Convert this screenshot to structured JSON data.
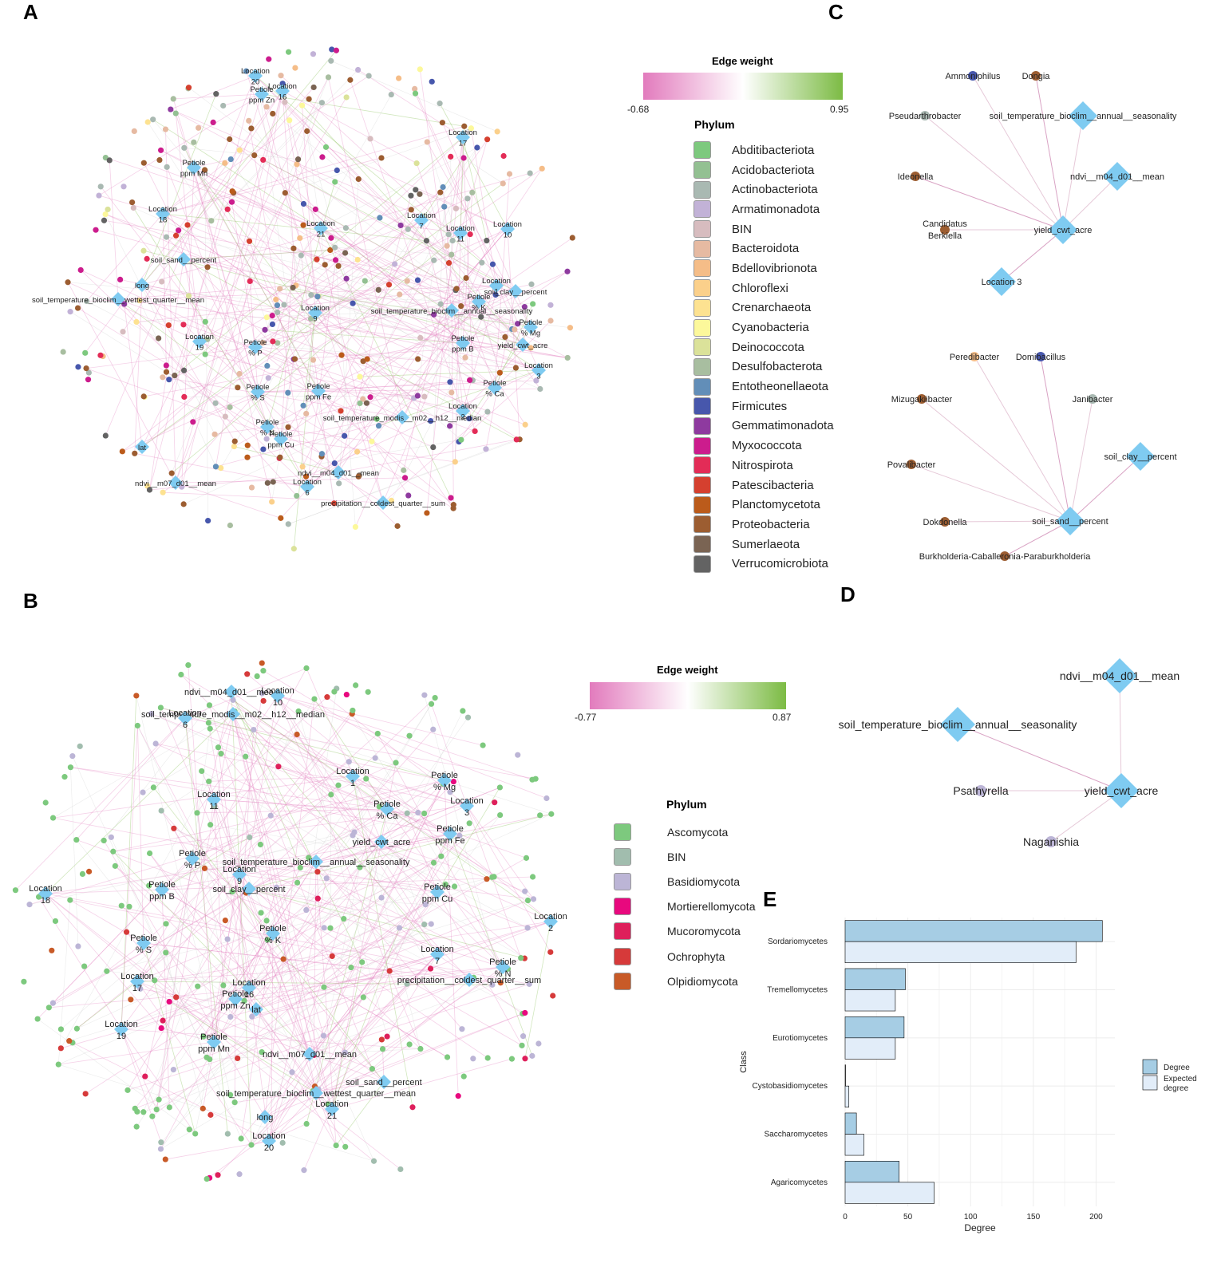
{
  "panel_labels": {
    "a": "A",
    "b": "B",
    "c": "C",
    "d": "D",
    "e": "E"
  },
  "colors": {
    "edge_negative": "#e27bbd",
    "edge_positive": "#7cbb44",
    "node_variable": "#7fcbf1",
    "bar_degree": "#a6cde4",
    "bar_expected": "#e2edf9"
  },
  "panelA": {
    "edge_weight": {
      "title": "Edge weight",
      "min": "-0.68",
      "max": "0.95"
    },
    "phylum_title": "Phylum",
    "phyla": [
      {
        "name": "Abditibacteriota",
        "color": "#7dc97e"
      },
      {
        "name": "Acidobacteriota",
        "color": "#93c092"
      },
      {
        "name": "Actinobacteriota",
        "color": "#a9b9b2"
      },
      {
        "name": "Armatimonadota",
        "color": "#c2b2d7"
      },
      {
        "name": "BIN",
        "color": "#d7bcbf"
      },
      {
        "name": "Bacteroidota",
        "color": "#e6baa2"
      },
      {
        "name": "Bdellovibrionota",
        "color": "#f5bd88"
      },
      {
        "name": "Chloroflexi",
        "color": "#fbd08b"
      },
      {
        "name": "Crenarchaeota",
        "color": "#fde291"
      },
      {
        "name": "Cyanobacteria",
        "color": "#fcf89b"
      },
      {
        "name": "Deinococcota",
        "color": "#dbe29a"
      },
      {
        "name": "Desulfobacterota",
        "color": "#a8bea0"
      },
      {
        "name": "Entotheonellaeota",
        "color": "#628eb8"
      },
      {
        "name": "Firmicutes",
        "color": "#4757ac"
      },
      {
        "name": "Gemmatimonadota",
        "color": "#8e3a9f"
      },
      {
        "name": "Myxococcota",
        "color": "#cc1c8d"
      },
      {
        "name": "Nitrospirota",
        "color": "#e32c57"
      },
      {
        "name": "Patescibacteria",
        "color": "#d5402f"
      },
      {
        "name": "Planctomycetota",
        "color": "#bb5b1b"
      },
      {
        "name": "Proteobacteria",
        "color": "#9c5d31"
      },
      {
        "name": "Sumerlaeota",
        "color": "#7a6453"
      },
      {
        "name": "Verrucomicrobiota",
        "color": "#636363"
      }
    ],
    "network_labels": [
      {
        "l1": "Location",
        "l2": "20"
      },
      {
        "l1": "Petiole",
        "l2": "ppm Zn"
      },
      {
        "l1": "Location",
        "l2": "16"
      },
      {
        "l1": "Location",
        "l2": "17"
      },
      {
        "l1": "Petiole",
        "l2": "ppm Mn"
      },
      {
        "l1": "Location",
        "l2": "18"
      },
      {
        "l1": "Location",
        "l2": "21"
      },
      {
        "l1": "Location",
        "l2": "7"
      },
      {
        "l1": "Location",
        "l2": "11"
      },
      {
        "l1": "Location",
        "l2": "10"
      },
      {
        "l1": "soil_sand__percent",
        "l2": ""
      },
      {
        "l1": "long",
        "l2": ""
      },
      {
        "l1": "soil_temperature_bioclim__wettest_quarter__mean",
        "l2": ""
      },
      {
        "l1": "Location",
        "l2": "9"
      },
      {
        "l1": "soil_temperature_bioclim__annual__seasonality",
        "l2": ""
      },
      {
        "l1": "soil_clay__percent",
        "l2": ""
      },
      {
        "l1": "Petiole",
        "l2": "% K"
      },
      {
        "l1": "Location",
        "l2": "1"
      },
      {
        "l1": "Petiole",
        "l2": "% Mg"
      },
      {
        "l1": "Location",
        "l2": "19"
      },
      {
        "l1": "Petiole",
        "l2": "% P"
      },
      {
        "l1": "Petiole",
        "l2": "ppm B"
      },
      {
        "l1": "yield_cwt_acre",
        "l2": ""
      },
      {
        "l1": "Location",
        "l2": "3"
      },
      {
        "l1": "Petiole",
        "l2": "% S"
      },
      {
        "l1": "Petiole",
        "l2": "ppm Fe"
      },
      {
        "l1": "Petiole",
        "l2": "% Ca"
      },
      {
        "l1": "Location",
        "l2": "2"
      },
      {
        "l1": "soil_temperature_modis__m02__h12__median",
        "l2": ""
      },
      {
        "l1": "Petiole",
        "l2": "% N"
      },
      {
        "l1": "Petiole",
        "l2": "ppm Cu"
      },
      {
        "l1": "lat",
        "l2": ""
      },
      {
        "l1": "ndvi__m04_d01__mean",
        "l2": ""
      },
      {
        "l1": "Location",
        "l2": "6"
      },
      {
        "l1": "ndvi__m07_d01__mean",
        "l2": ""
      },
      {
        "l1": "precipitation__coldest_quarter__sum",
        "l2": ""
      }
    ]
  },
  "panelB": {
    "edge_weight": {
      "title": "Edge weight",
      "min": "-0.77",
      "max": "0.87"
    },
    "phylum_title": "Phylum",
    "phyla": [
      {
        "name": "Ascomycota",
        "color": "#7dc97e"
      },
      {
        "name": "BIN",
        "color": "#a1bdae"
      },
      {
        "name": "Basidiomycota",
        "color": "#bcb5d6"
      },
      {
        "name": "Mortierellomycota",
        "color": "#e8097e"
      },
      {
        "name": "Mucoromycota",
        "color": "#de1f5b"
      },
      {
        "name": "Ochrophyta",
        "color": "#d63a3a"
      },
      {
        "name": "Olpidiomycota",
        "color": "#c85a27"
      }
    ],
    "network_labels": [
      {
        "l1": "ndvi__m04_d01__mean",
        "l2": ""
      },
      {
        "l1": "Location",
        "l2": "10"
      },
      {
        "l1": "soil_temperature_modis__m02__h12__median",
        "l2": ""
      },
      {
        "l1": "Location",
        "l2": "6"
      },
      {
        "l1": "Location",
        "l2": "1"
      },
      {
        "l1": "Petiole",
        "l2": "% Mg"
      },
      {
        "l1": "Location",
        "l2": "11"
      },
      {
        "l1": "Petiole",
        "l2": "% Ca"
      },
      {
        "l1": "Location",
        "l2": "3"
      },
      {
        "l1": "Petiole",
        "l2": "ppm Fe"
      },
      {
        "l1": "yield_cwt_acre",
        "l2": ""
      },
      {
        "l1": "Petiole",
        "l2": "% P"
      },
      {
        "l1": "soil_temperature_bioclim__annual__seasonality",
        "l2": ""
      },
      {
        "l1": "Location",
        "l2": "9"
      },
      {
        "l1": "Location",
        "l2": "18"
      },
      {
        "l1": "Petiole",
        "l2": "ppm B"
      },
      {
        "l1": "soil_clay__percent",
        "l2": ""
      },
      {
        "l1": "Petiole",
        "l2": "ppm Cu"
      },
      {
        "l1": "Location",
        "l2": "2"
      },
      {
        "l1": "Petiole",
        "l2": "% K"
      },
      {
        "l1": "Petiole",
        "l2": "% S"
      },
      {
        "l1": "Location",
        "l2": "7"
      },
      {
        "l1": "Petiole",
        "l2": "% N"
      },
      {
        "l1": "Location",
        "l2": "17"
      },
      {
        "l1": "Location",
        "l2": "16"
      },
      {
        "l1": "Petiole",
        "l2": "ppm Zn"
      },
      {
        "l1": "lat",
        "l2": ""
      },
      {
        "l1": "precipitation__coldest_quarter__sum",
        "l2": ""
      },
      {
        "l1": "Location",
        "l2": "19"
      },
      {
        "l1": "Petiole",
        "l2": "ppm Mn"
      },
      {
        "l1": "ndvi__m07_d01__mean",
        "l2": ""
      },
      {
        "l1": "soil_sand__percent",
        "l2": ""
      },
      {
        "l1": "soil_temperature_bioclim__wettest_quarter__mean",
        "l2": ""
      },
      {
        "l1": "Location",
        "l2": "21"
      },
      {
        "l1": "long",
        "l2": ""
      },
      {
        "l1": "Location",
        "l2": "20"
      }
    ]
  },
  "panelC": {
    "top": {
      "hub": "yield_cwt_acre",
      "nodes": [
        {
          "label": "Ammoniphilus",
          "kind": "taxon",
          "color": "#4757ac"
        },
        {
          "label": "Dongia",
          "kind": "taxon",
          "color": "#9c5d31"
        },
        {
          "label": "Pseudarthrobacter",
          "kind": "taxon",
          "color": "#a9b9b2"
        },
        {
          "label": "soil_temperature_bioclim__annual__seasonality",
          "kind": "variable",
          "color": "#7fcbf1"
        },
        {
          "label": "Ideonella",
          "kind": "taxon",
          "color": "#9c5d31"
        },
        {
          "label": "ndvi__m04_d01__mean",
          "kind": "variable",
          "color": "#7fcbf1"
        },
        {
          "label": "Candidatus Berkiella",
          "kind": "taxon",
          "color": "#9c5d31"
        },
        {
          "label": "Location 3",
          "kind": "variable",
          "color": "#7fcbf1"
        }
      ]
    },
    "bottom": {
      "hub": "soil_sand__percent",
      "nodes": [
        {
          "label": "Peredibacter",
          "kind": "taxon",
          "color": "#f5bd88"
        },
        {
          "label": "Domibacillus",
          "kind": "taxon",
          "color": "#4757ac"
        },
        {
          "label": "Mizugakiibacter",
          "kind": "taxon",
          "color": "#9c5d31"
        },
        {
          "label": "Janibacter",
          "kind": "taxon",
          "color": "#a9b9b2"
        },
        {
          "label": "soil_clay__percent",
          "kind": "variable",
          "color": "#7fcbf1"
        },
        {
          "label": "Povalibacter",
          "kind": "taxon",
          "color": "#9c5d31"
        },
        {
          "label": "Dokdonella",
          "kind": "taxon",
          "color": "#9c5d31"
        },
        {
          "label": "Burkholderia-Caballeronia-Paraburkholderia",
          "kind": "taxon",
          "color": "#9c5d31"
        }
      ]
    }
  },
  "panelD": {
    "hub": "yield_cwt_acre",
    "nodes": [
      {
        "label": "ndvi__m04_d01__mean",
        "kind": "variable",
        "color": "#7fcbf1"
      },
      {
        "label": "soil_temperature_bioclim__annual__seasonality",
        "kind": "variable",
        "color": "#7fcbf1"
      },
      {
        "label": "Psathyrella",
        "kind": "taxon",
        "color": "#bcb5d6"
      },
      {
        "label": "Naganishia",
        "kind": "taxon",
        "color": "#bcb5d6"
      }
    ]
  },
  "chart_data": {
    "type": "bar",
    "orientation": "horizontal",
    "categories": [
      "Sordariomycetes",
      "Tremellomycetes",
      "Eurotiomycetes",
      "Cystobasidiomycetes",
      "Saccharomycetes",
      "Agaricomycetes"
    ],
    "series": [
      {
        "name": "Degree",
        "values": [
          205,
          48,
          47,
          0,
          9,
          43
        ]
      },
      {
        "name": "Expected degree",
        "values": [
          184,
          40,
          40,
          3,
          15,
          71
        ]
      }
    ],
    "xlabel": "Degree",
    "ylabel": "Class",
    "xlim": [
      0,
      215
    ],
    "xticks": [
      0,
      50,
      100,
      150,
      200
    ],
    "legend_position": "right",
    "grid": true
  }
}
